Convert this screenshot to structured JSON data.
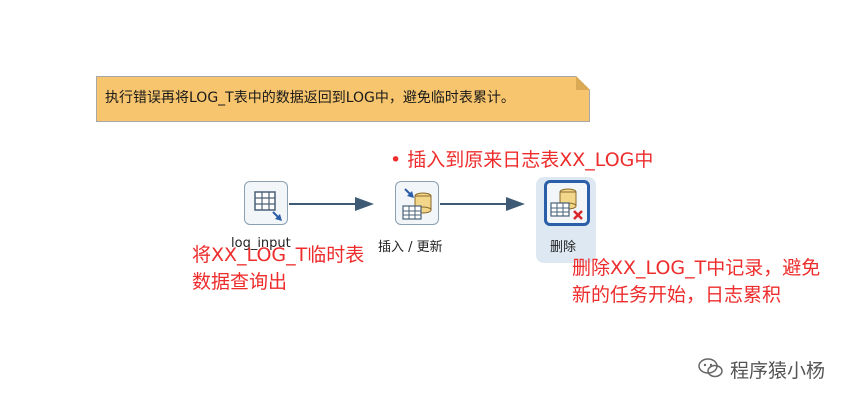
{
  "note": {
    "text": "执行错误再将LOG_T表中的数据返回到LOG中，避免临时表累计。"
  },
  "steps": [
    {
      "label": "log_input"
    },
    {
      "label": "插入 / 更新"
    },
    {
      "label": "删除"
    }
  ],
  "annotations": {
    "insert": "• 插入到原来日志表XX_LOG中",
    "query_line1": "将XX_LOG_T临时表",
    "query_line2": "数据查询出",
    "delete_line1": "删除XX_LOG_T中记录，避免",
    "delete_line2": "新的任务开始，日志累积"
  },
  "watermark": {
    "text": "程序猿小杨"
  },
  "colors": {
    "annotation": "#ee2c2c",
    "note_bg": "#f7c56d",
    "selected_border": "#2b5ea8",
    "hop": "#3f5a74"
  }
}
